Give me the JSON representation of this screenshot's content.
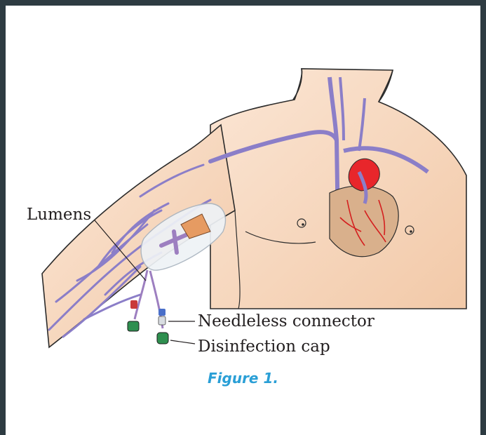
{
  "labels": {
    "lumens": "Lumens",
    "needleless_connector": "Needleless connector",
    "disinfection_cap": "Disinfection cap"
  },
  "caption": "Figure 1.",
  "colors": {
    "frame": "#2e3b42",
    "skin": "#f7d9c1",
    "vein": "#8b7ec8",
    "heart": "#d9b08c",
    "heart_top": "#e8262b",
    "caption": "#2a9fd6"
  }
}
